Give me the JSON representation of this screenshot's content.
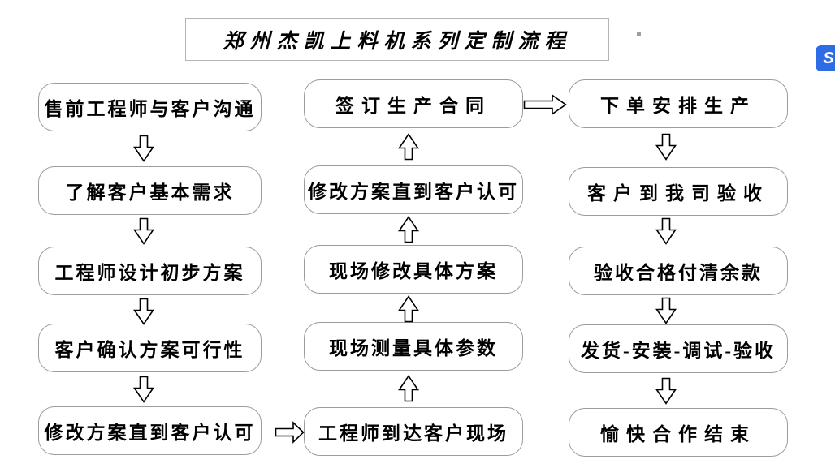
{
  "title": "郑州杰凯上料机系列定制流程",
  "steps": {
    "left": [
      "售前工程师与客户沟通",
      "了解客户基本需求",
      "工程师设计初步方案",
      "客户确认方案可行性",
      "修改方案直到客户认可"
    ],
    "middle": [
      "签订生产合同",
      "修改方案直到客户认可",
      "现场修改具体方案",
      "现场测量具体参数",
      "工程师到达客户现场"
    ],
    "right": [
      "下单安排生产",
      "客户到我司验收",
      "验收合格付清余款",
      "发货-安装-调试-验收",
      "愉快合作结束"
    ]
  },
  "flow_order": [
    "售前工程师与客户沟通",
    "了解客户基本需求",
    "工程师设计初步方案",
    "客户确认方案可行性",
    "修改方案直到客户认可",
    "工程师到达客户现场",
    "现场测量具体参数",
    "现场修改具体方案",
    "修改方案直到客户认可",
    "签订生产合同",
    "下单安排生产",
    "客户到我司验收",
    "验收合格付清余款",
    "发货-安装-调试-验收",
    "愉快合作结束"
  ],
  "overlay_icon": {
    "glyph": "S",
    "background": "#2d6ce5"
  },
  "colors": {
    "background": "#ffffff",
    "box_border": "#9c9c9c",
    "title_border": "#b5b5b5",
    "arrow_outline": "#000000",
    "text": "#000000"
  }
}
